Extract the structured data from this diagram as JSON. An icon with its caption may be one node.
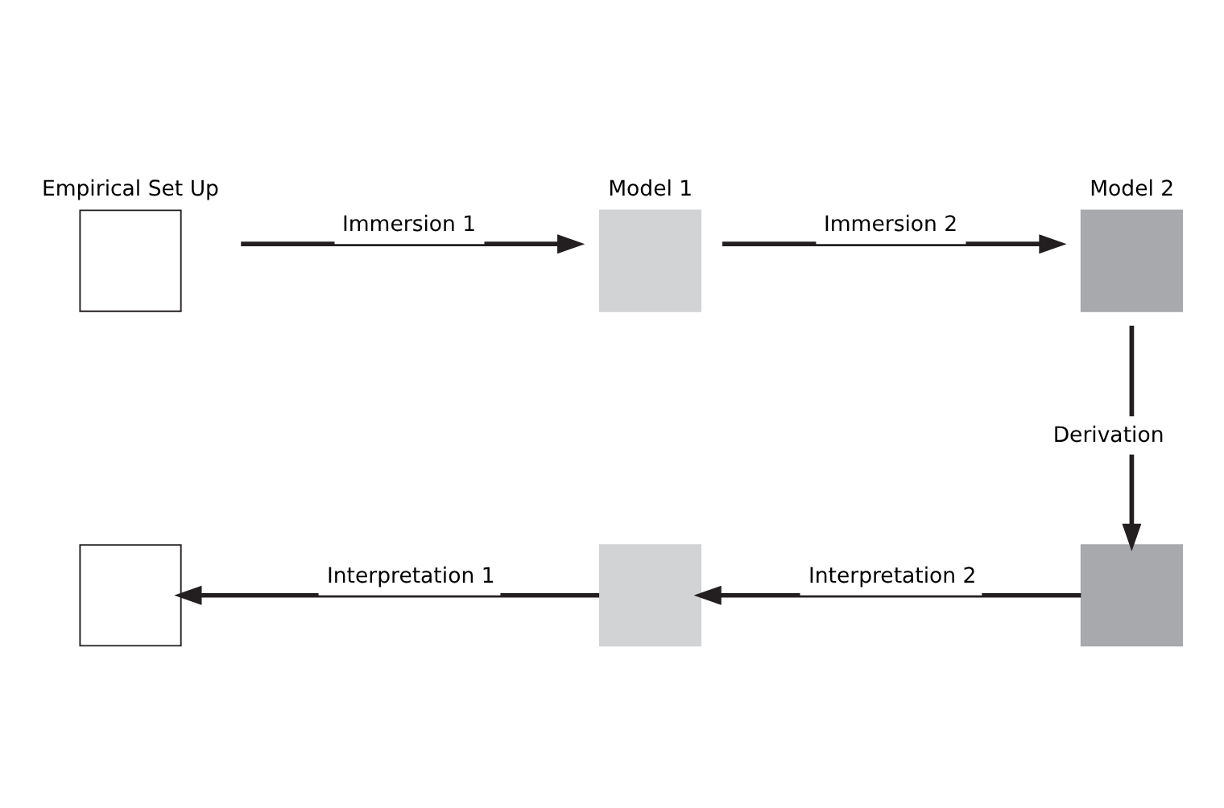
{
  "diagram": {
    "nodes": [
      {
        "text": [
          "Empirical Set Up"
        ]
      },
      {
        "text": [
          "Model 1"
        ]
      },
      {
        "text": [
          "Model 2"
        ]
      },
      {
        "text": [],
        "shape": "box"
      },
      {
        "text": [],
        "shape": "box"
      },
      {
        "text": [],
        "shape": "box"
      }
    ],
    "edges": [
      {
        "from": 0,
        "to": 1,
        "arrow": "to",
        "label": "Immersion 1"
      },
      {
        "from": 1,
        "to": 2,
        "arrow": "to",
        "label": "Immersion 2"
      },
      {
        "from": 2,
        "to": 5,
        "arrow": "to",
        "label": "Derivation"
      },
      {
        "from": 5,
        "to": 4,
        "arrow": "to",
        "label": "Interpretation 2"
      },
      {
        "from": 4,
        "to": 3,
        "arrow": "to",
        "label": "Interpretation 1"
      }
    ]
  }
}
